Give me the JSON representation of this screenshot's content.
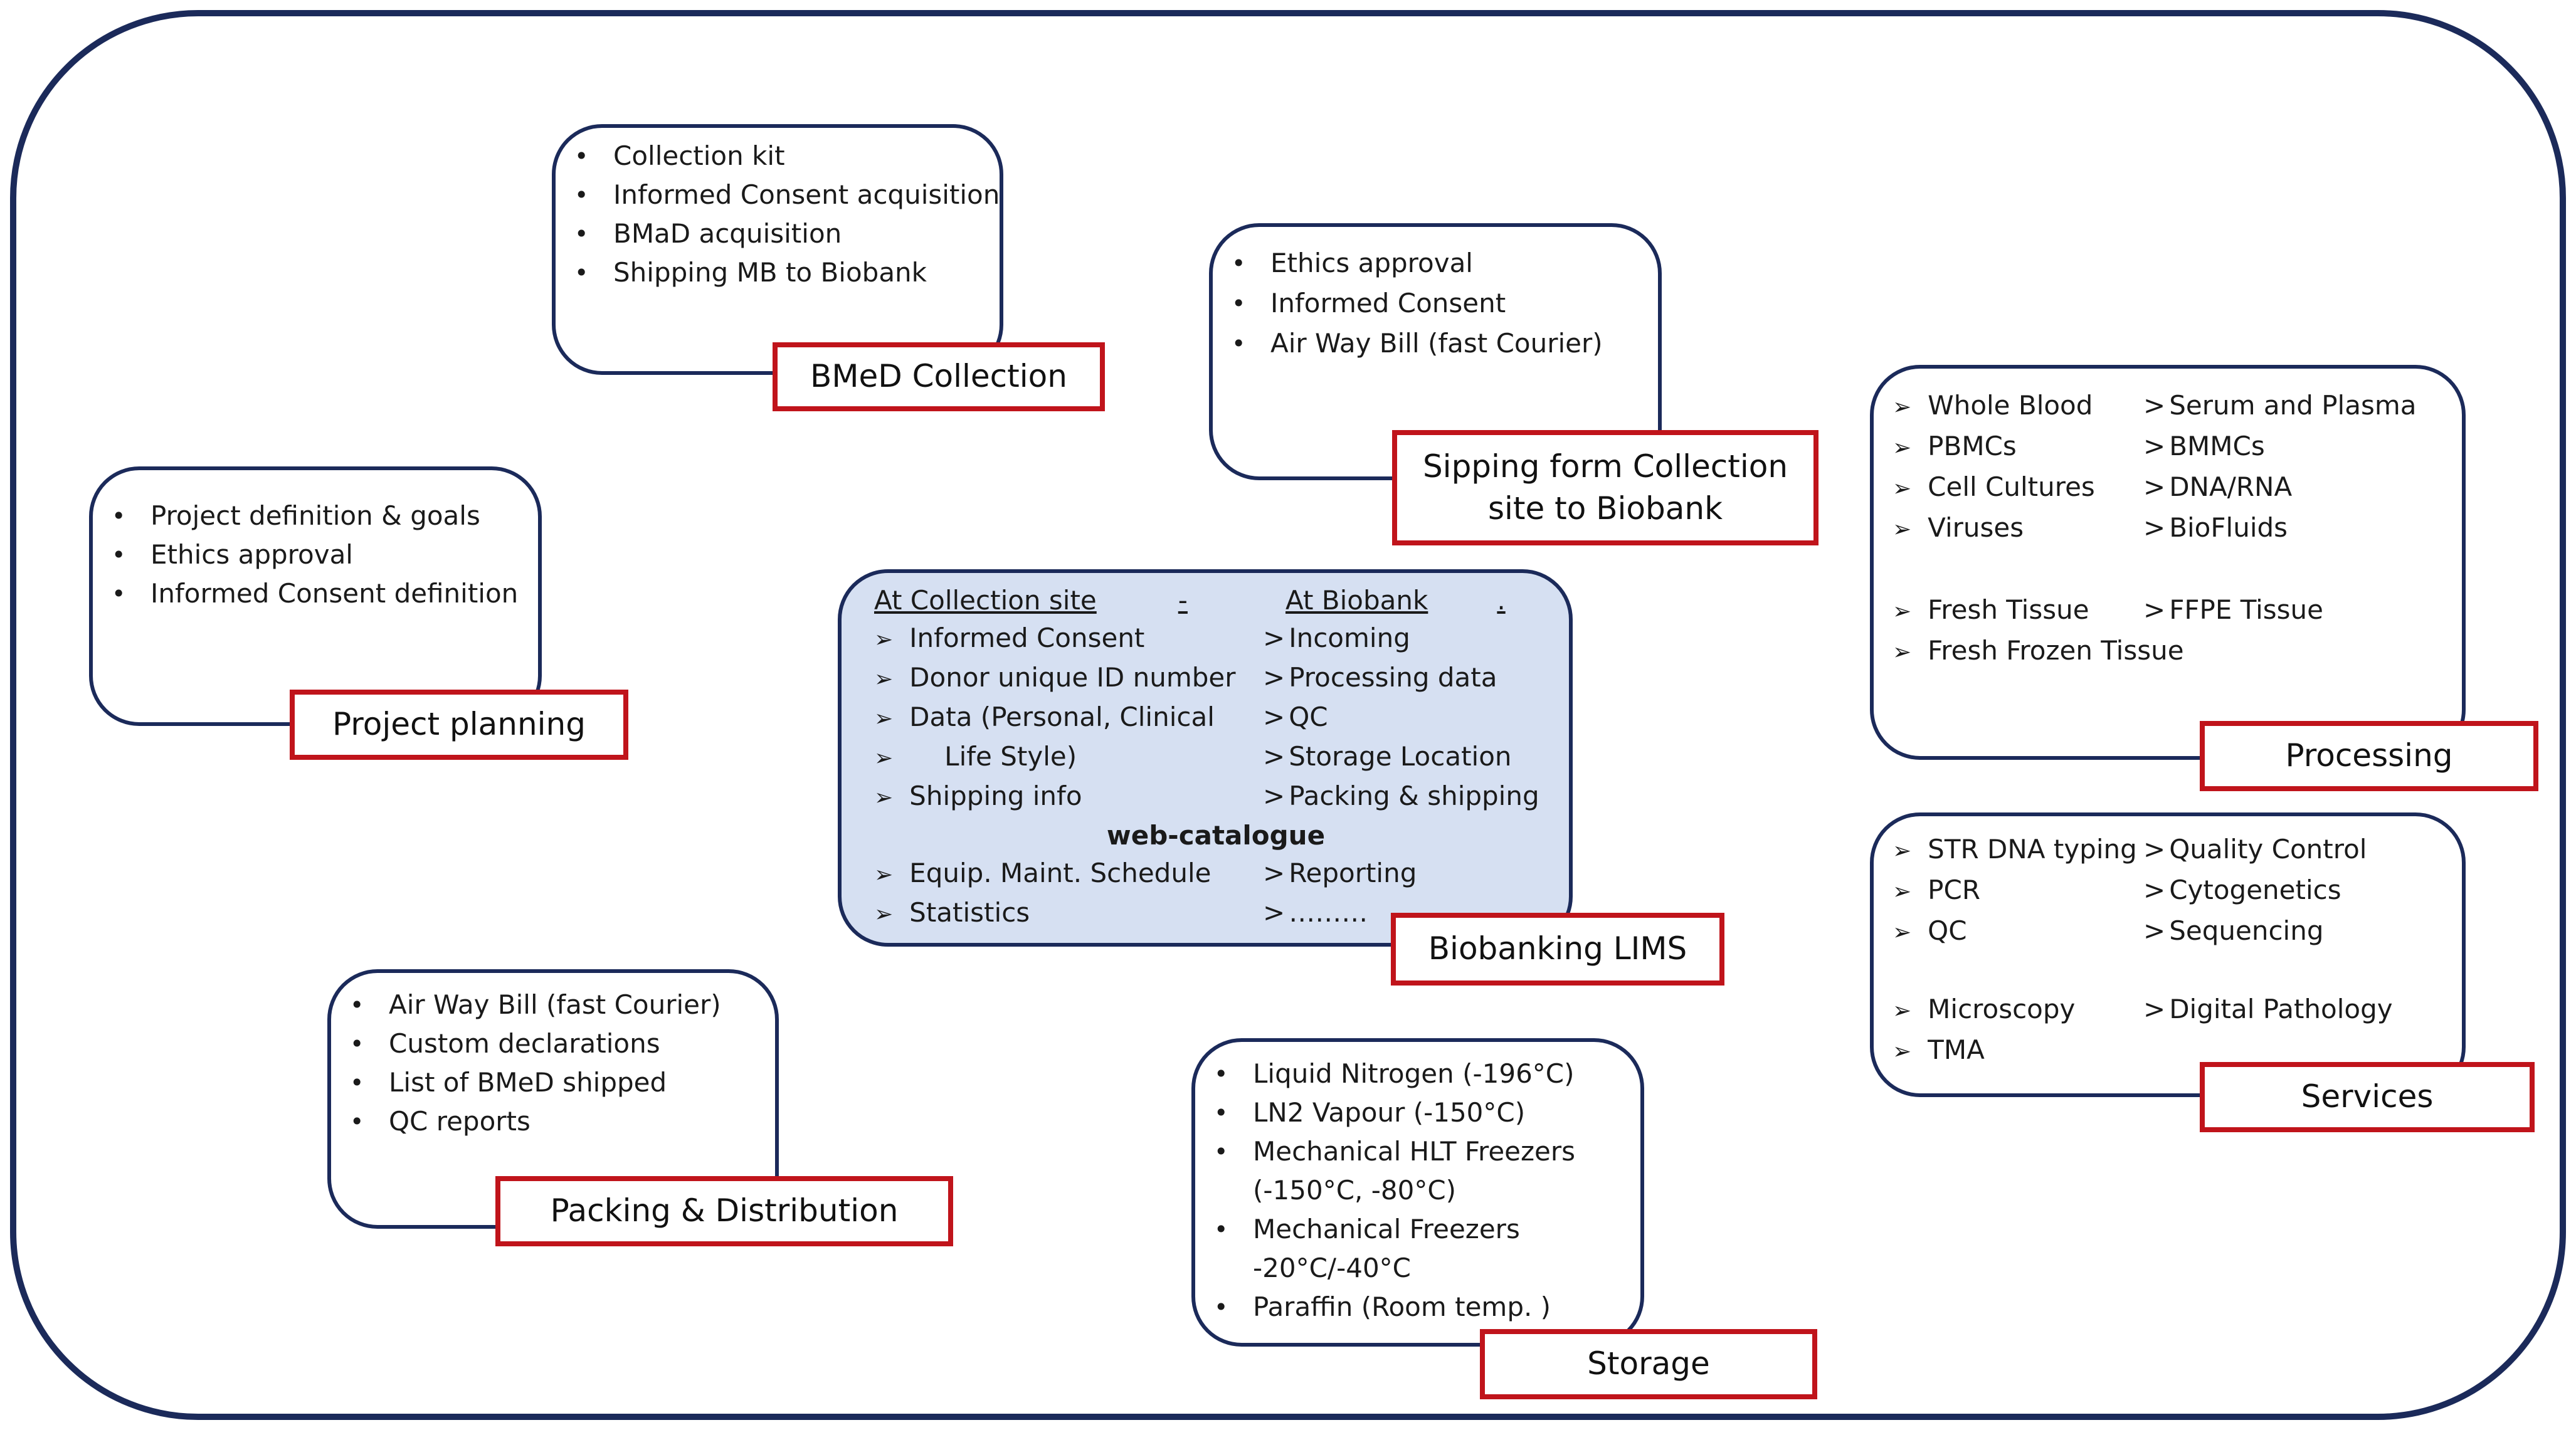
{
  "boxes": {
    "bmed_collection": {
      "label": "BMeD Collection",
      "items": [
        "Collection kit",
        "Informed Consent acquisition",
        "BMaD acquisition",
        "Shipping MB to Biobank"
      ]
    },
    "shipping_form": {
      "label_line1": "Sipping form Collection",
      "label_line2": "site to Biobank",
      "items": [
        "Ethics approval",
        "Informed Consent",
        "Air Way Bill (fast Courier)"
      ]
    },
    "project_planning": {
      "label": "Project planning",
      "items": [
        "Project definition & goals",
        "Ethics approval",
        "Informed Consent definition"
      ]
    },
    "processing": {
      "label": "Processing",
      "left": [
        "Whole Blood",
        "PBMCs",
        "Cell Cultures",
        "Viruses",
        "Fresh Tissue",
        "Fresh Frozen Tissue"
      ],
      "right": [
        "Serum and Plasma",
        "BMMCs",
        "DNA/RNA",
        "BioFluids",
        "FFPE Tissue"
      ]
    },
    "lims": {
      "label": "Biobanking LIMS",
      "header_left": "At Collection site",
      "header_sep": "-",
      "header_right": "At Biobank",
      "left": [
        "Informed Consent",
        "Donor unique ID number",
        "Data (Personal, Clinical",
        "Life Style)",
        "Shipping info"
      ],
      "right": [
        "Incoming",
        "Processing data",
        "QC",
        "Storage Location",
        "Packing & shipping"
      ],
      "web_catalogue": "web-catalogue",
      "left2": [
        "Equip. Maint. Schedule",
        "Statistics"
      ],
      "right2": [
        "Reporting",
        "………"
      ]
    },
    "services": {
      "label": "Services",
      "left": [
        "STR DNA typing",
        "PCR",
        "QC",
        "Microscopy",
        "TMA"
      ],
      "right": [
        "Quality Control",
        "Cytogenetics",
        "Sequencing",
        "Digital Pathology"
      ]
    },
    "packing": {
      "label": "Packing & Distribution",
      "items": [
        "Air Way Bill (fast Courier)",
        "Custom declarations",
        "List of BMeD shipped",
        "QC reports"
      ]
    },
    "storage": {
      "label": "Storage",
      "items": [
        "Liquid Nitrogen (-196°C)",
        "LN2 Vapour (-150°C)",
        "Mechanical HLT Freezers (-150°C, -80°C)",
        "Mechanical Freezers -20°C/-40°C",
        "Paraffin  (Room temp. )"
      ]
    },
    "symbols": {
      "arrow": "➢",
      "gt": ">"
    }
  },
  "colors": {
    "frame": "#1b2a5a",
    "label_border": "#c0141b",
    "lims_fill": "#d6e0f2"
  }
}
